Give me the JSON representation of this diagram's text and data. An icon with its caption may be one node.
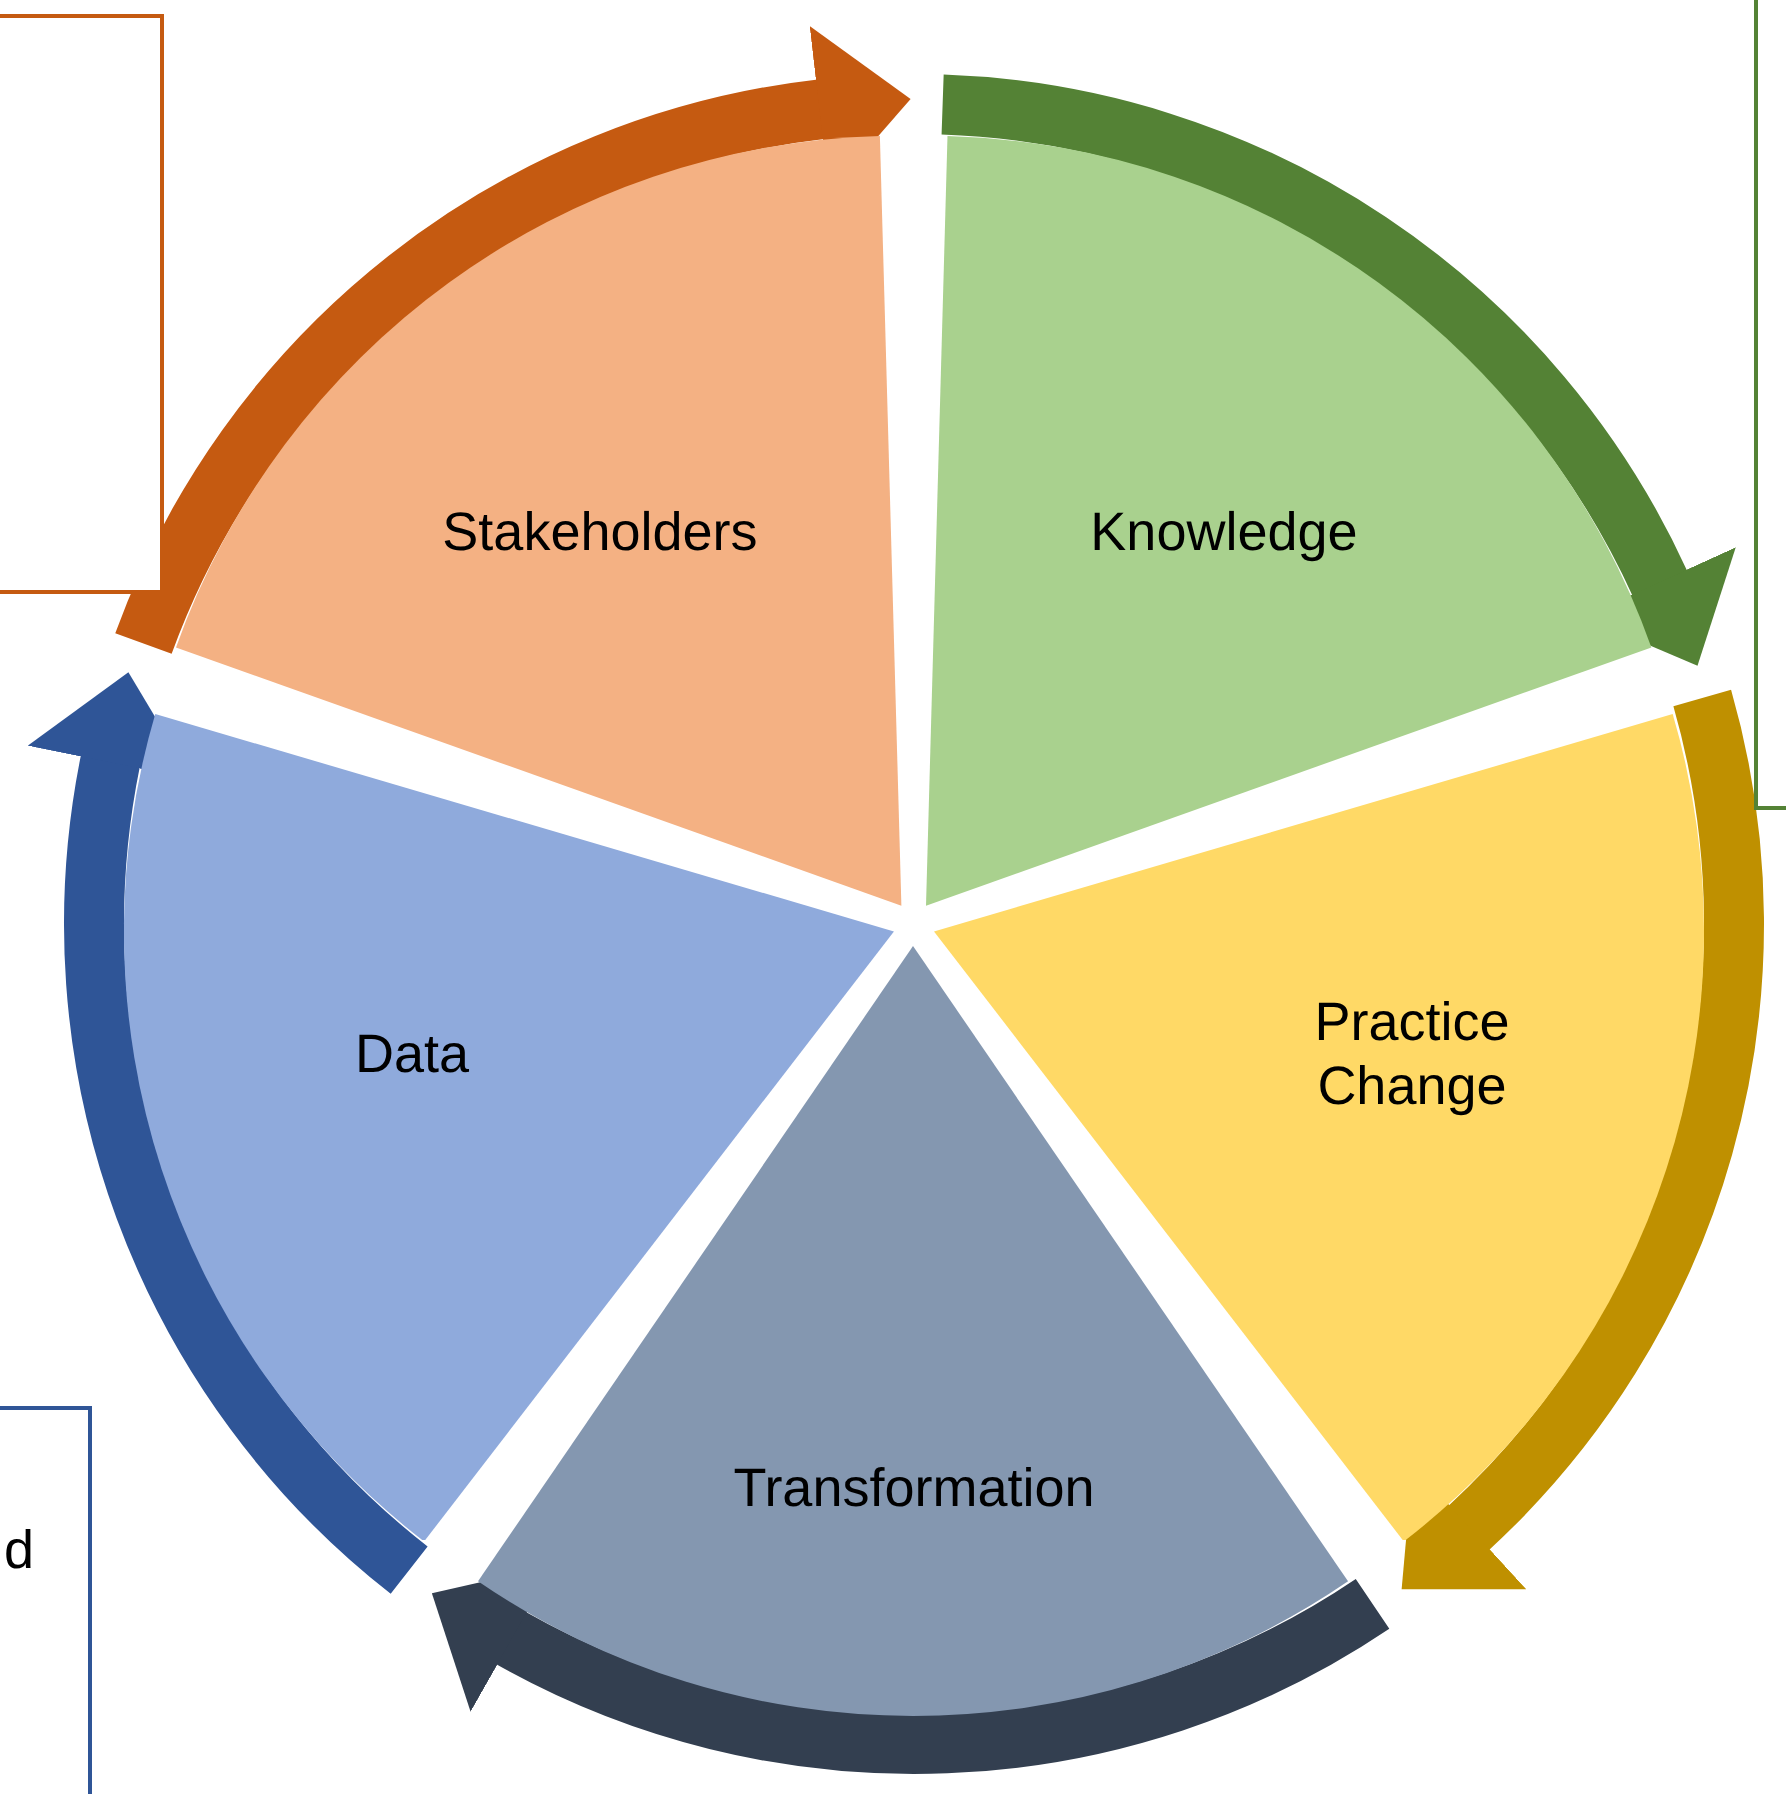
{
  "diagram": {
    "nodes": [
      {
        "text": [
          "Stakeholders"
        ]
      },
      {
        "text": [
          "Knowledge"
        ]
      },
      {
        "text": [
          "Practice Change"
        ]
      },
      {
        "text": [
          "Transformation"
        ]
      },
      {
        "text": [
          "Data"
        ]
      },
      {
        "text": [],
        "shape": "box"
      },
      {
        "text": [],
        "shape": "box"
      },
      {
        "text": [
          "d"
        ]
      }
    ]
  }
}
